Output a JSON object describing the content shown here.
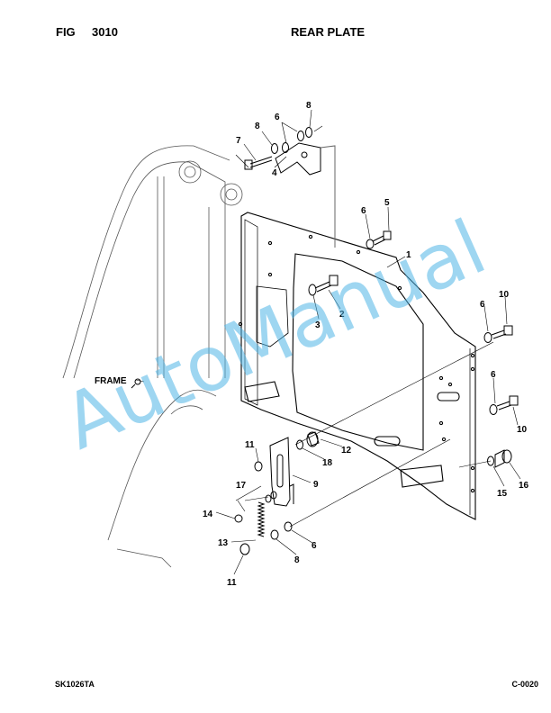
{
  "header": {
    "fig_label": "FIG",
    "fig_number": "3010",
    "title": "REAR PLATE"
  },
  "footer": {
    "left_code": "SK1026TA",
    "right_code": "C-0020"
  },
  "diagram": {
    "frame_label": "FRAME",
    "callouts": {
      "c1": "1",
      "c2": "2",
      "c3": "3",
      "c4": "4",
      "c5": "5",
      "c6a": "6",
      "c6b": "6",
      "c6c": "6",
      "c6d": "6",
      "c6e": "6",
      "c7": "7",
      "c8a": "8",
      "c8b": "8",
      "c8c": "8",
      "c9": "9",
      "c10a": "10",
      "c10b": "10",
      "c11a": "11",
      "c11b": "11",
      "c12": "12",
      "c13": "13",
      "c14": "14",
      "c15": "15",
      "c16": "16",
      "c17": "17",
      "c18": "18"
    }
  },
  "watermark": {
    "text": "AutoManual",
    "color": "#4fb4e6"
  }
}
